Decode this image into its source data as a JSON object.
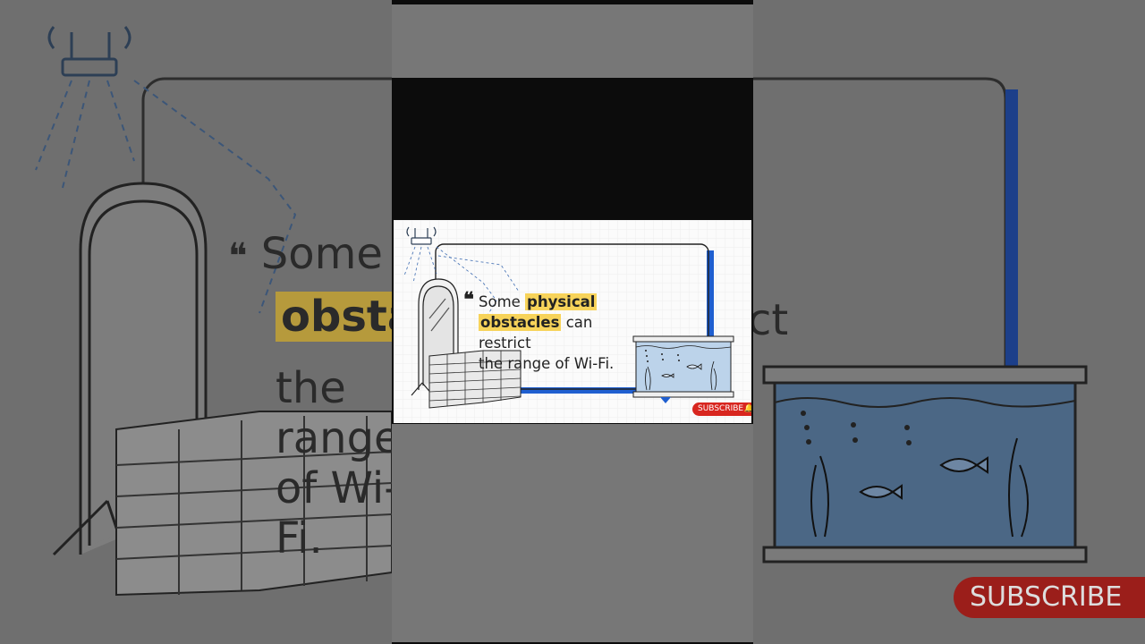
{
  "quote": {
    "prefix": "Some",
    "highlight_1": "physical",
    "highlight_2": "obstacles",
    "suffix_1": "can restrict",
    "suffix_2": "the range of Wi-Fi.",
    "mark": "❝"
  },
  "subscribe": {
    "label": "SUBSCRIBE",
    "icon": "bell-icon"
  },
  "colors": {
    "highlight": "#f7d35a",
    "accent_blue": "#1f5fd0",
    "subscribe_red": "#d8261f"
  },
  "icons": [
    "router-icon",
    "mirror-icon",
    "brick-wall-icon",
    "aquarium-icon",
    "fish-icon",
    "bell-icon"
  ]
}
